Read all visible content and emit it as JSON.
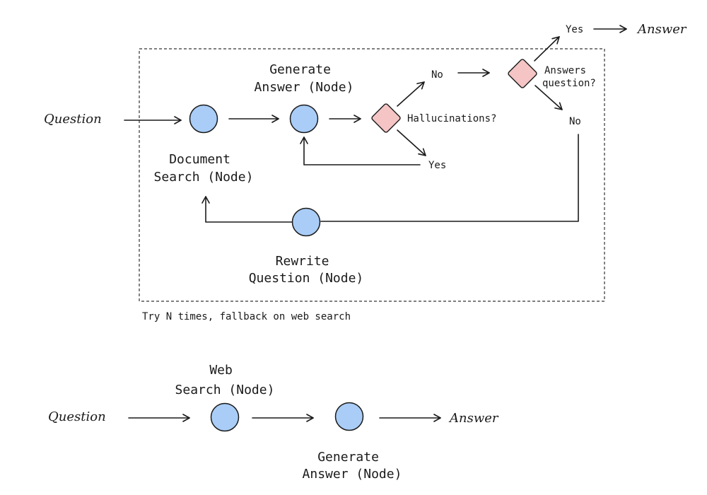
{
  "colors": {
    "node_fill": "#a9cdf7",
    "decision_fill": "#f5c4c4",
    "ink": "#1a1a1a"
  },
  "top_flow": {
    "input_label": "Question",
    "document_search_line1": "Document",
    "document_search_line2": "Search (Node)",
    "generate_line1": "Generate",
    "generate_line2": "Answer (Node)",
    "hallucination_check": "Hallucinations?",
    "halluc_no": "No",
    "halluc_yes": "Yes",
    "answers_line1": "Answers",
    "answers_line2": "question?",
    "answers_yes": "Yes",
    "answers_no": "No",
    "output_label": "Answer",
    "rewrite_line1": "Rewrite",
    "rewrite_line2": "Question (Node)",
    "loop_caption": "Try N times, fallback on web search"
  },
  "bottom_flow": {
    "input_label": "Question",
    "web_search_line1": "Web",
    "web_search_line2": "Search (Node)",
    "generate_line1": "Generate",
    "generate_line2": "Answer (Node)",
    "output_label": "Answer"
  }
}
